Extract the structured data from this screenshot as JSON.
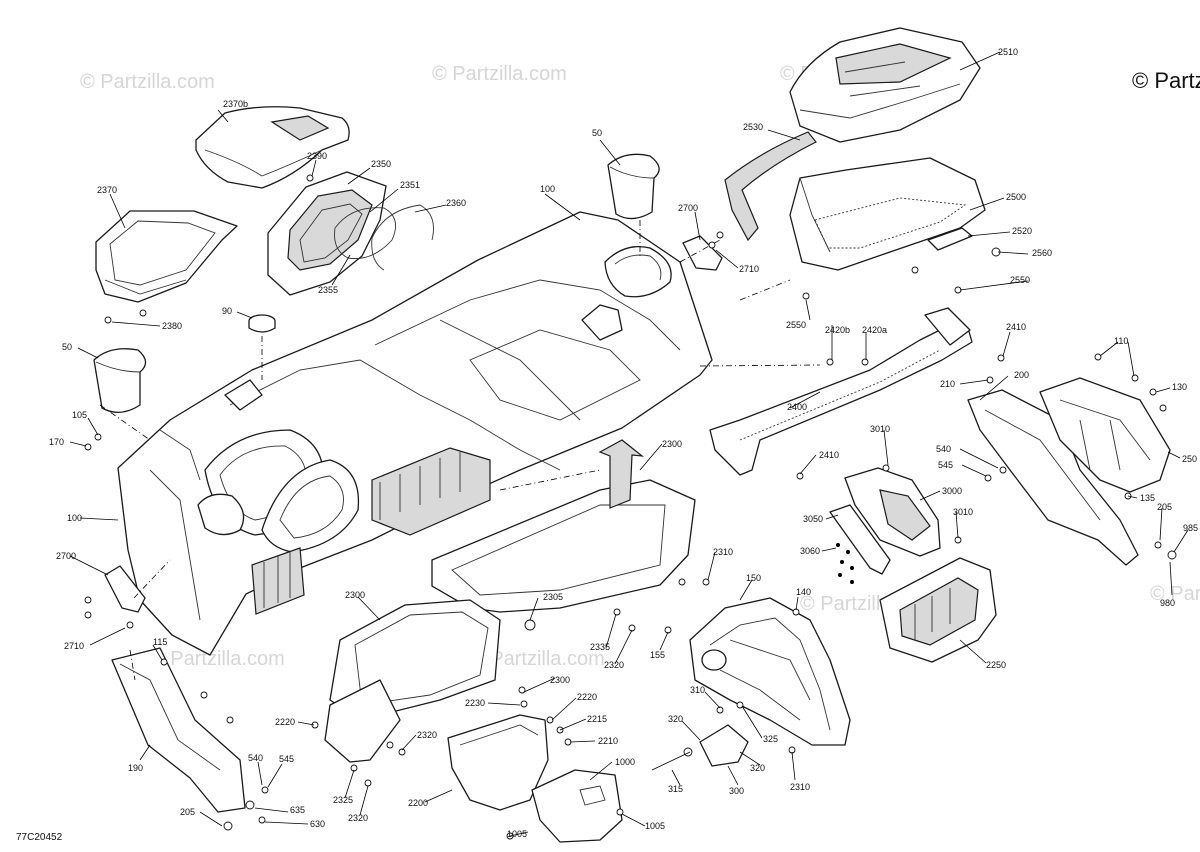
{
  "watermark": "© Partzilla.com",
  "copyright": "© Partzilla.com",
  "diagram_code": "77C20452",
  "colors": {
    "line": "#1a1a1a",
    "watermark": "#d6d6d6",
    "background": "#ffffff"
  },
  "labels": {
    "l2370b": "2370b",
    "l2390": "2390",
    "l2350": "2350",
    "l2351": "2351",
    "l2360": "2360",
    "l2370": "2370",
    "l2355": "2355",
    "l2380": "2380",
    "l90": "90",
    "l50a": "50",
    "l105": "105",
    "l170": "170",
    "l100a": "100",
    "l2700a": "2700",
    "l2710a": "2710",
    "l115": "115",
    "l190": "190",
    "l540a": "540",
    "l545a": "545",
    "l205a": "205",
    "l635": "635",
    "l630": "630",
    "l50b": "50",
    "l100b": "100",
    "l2700b": "2700",
    "l2710b": "2710",
    "l2510": "2510",
    "l2530": "2530",
    "l2500": "2500",
    "l2520": "2520",
    "l2560": "2560",
    "l2550a": "2550",
    "l2550b": "2550",
    "l2420b": "2420b",
    "l2420a": "2420a",
    "l2410a": "2410",
    "l210": "210",
    "l2400": "2400",
    "l2410b": "2410",
    "l110": "110",
    "l200": "200",
    "l130": "130",
    "l2500r": "250",
    "l135": "135",
    "l540b": "540",
    "l545b": "545",
    "l205b": "205",
    "l985": "985",
    "l980": "980",
    "l3010a": "3010",
    "l3000": "3000",
    "l3050": "3050",
    "l3010b": "3010",
    "l3060": "3060",
    "l2250": "2250",
    "l2300a": "2300",
    "l2310a": "2310",
    "l2305": "2305",
    "l2300b": "2300",
    "l2335": "2335",
    "l2320a": "2320",
    "l2300c": "2300",
    "l2230": "2230",
    "l2220a": "2220",
    "l2215": "2215",
    "l2210": "2210",
    "l2220b": "2220",
    "l2320b": "2320",
    "l2325": "2325",
    "l2320c": "2320",
    "l2200": "2200",
    "l1000": "1000",
    "l1005a": "1005",
    "l1005b": "1005",
    "l150": "150",
    "l140": "140",
    "l155": "155",
    "l310": "310",
    "l320a": "320",
    "l325": "325",
    "l320b": "320",
    "l315": "315",
    "l300": "300",
    "l2310b": "2310"
  }
}
